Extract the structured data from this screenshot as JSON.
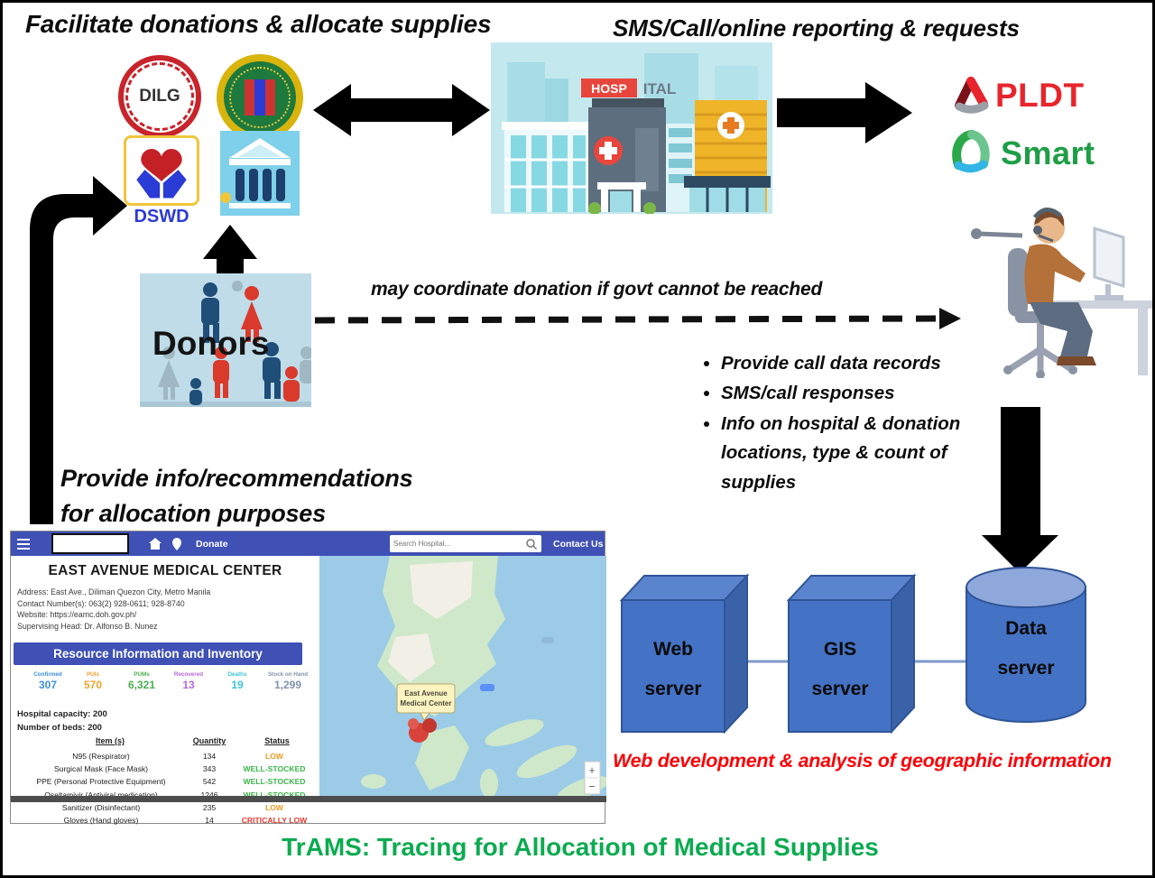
{
  "headings": {
    "top_left": "Facilitate donations & allocate supplies",
    "top_right": "SMS/Call/online reporting & requests",
    "provide_line1": "Provide info/recommendations",
    "provide_line2": "for allocation purposes",
    "dashed_note": "may coordinate donation if govt cannot be reached",
    "servers_caption": "Web development & analysis of geographic information",
    "bottom_title": "TrAMS: Tracing for Allocation of Medical Supplies"
  },
  "org": {
    "dilg_text": "DILG",
    "dswd_text": "DSWD",
    "pldt_text": "PLDT",
    "smart_text": "Smart",
    "donors_label": "Donors"
  },
  "hospital_sign": {
    "red": "HOSP",
    "gray": "ITAL"
  },
  "bullets": [
    "Provide call data records",
    "SMS/call responses",
    "Info on hospital & donation locations, type & count of supplies"
  ],
  "servers": [
    {
      "line1": "Web",
      "line2": "server"
    },
    {
      "line1": "GIS",
      "line2": "server"
    },
    {
      "line1": "Data",
      "line2": "server"
    }
  ],
  "webapp": {
    "navbar": {
      "donate": "Donate",
      "search_placeholder": "Search Hospital...",
      "contact": "Contact Us"
    },
    "hospital_name": "EAST AVENUE MEDICAL CENTER",
    "details": [
      "Address: East Ave., Diliman Quezon City, Metro Manila",
      "Contact Number(s): 063(2) 928-0611; 928-8740",
      "Website: https://eamc.doh.gov.ph/",
      "Supervising Head: Dr. Alfonso B. Nunez"
    ],
    "resource_header": "Resource Information and Inventory",
    "stats": [
      {
        "label": "Confirmed",
        "value": "307",
        "color": "#3d8fe0"
      },
      {
        "label": "PUIs",
        "value": "570",
        "color": "#f0a12e"
      },
      {
        "label": "PUMs",
        "value": "6,321",
        "color": "#4caf50"
      },
      {
        "label": "Recovered",
        "value": "13",
        "color": "#b668d8"
      },
      {
        "label": "Deaths",
        "value": "19",
        "color": "#40c4d4"
      },
      {
        "label": "Stock on Hand",
        "value": "1,299",
        "color": "#8094ab"
      }
    ],
    "capacity_line": "Hospital capacity: 200",
    "beds_line": "Number of beds: 200",
    "inventory": {
      "headers": [
        "Item (s)",
        "Quantity",
        "Status"
      ],
      "rows": [
        {
          "item": "N95 (Respirator)",
          "qty": "134",
          "status": "LOW"
        },
        {
          "item": "Surgical Mask (Face Mask)",
          "qty": "343",
          "status": "WELL-STOCKED"
        },
        {
          "item": "PPE (Personal Protective Equipment)",
          "qty": "542",
          "status": "WELL-STOCKED"
        },
        {
          "item": "Oseltamivir (Antiviral medication)",
          "qty": "1246",
          "status": "WELL-STOCKED"
        },
        {
          "item": "Sanitizer (Disinfectant)",
          "qty": "235",
          "status": "LOW"
        },
        {
          "item": "Gloves (Hand gloves)",
          "qty": "14",
          "status": "CRITICALLY LOW"
        }
      ]
    },
    "status_colors": {
      "LOW": "#f09a1e",
      "WELL-STOCKED": "#3cb54a",
      "CRITICALLY LOW": "#e8392e"
    },
    "map": {
      "callout_line1": "East Avenue",
      "callout_line2": "Medical Center",
      "zoom_in": "+",
      "zoom_out": "−"
    }
  },
  "colors": {
    "navbar_blue": "#3f51b5",
    "title_green": "#0cab50",
    "caption_red": "#fb0207",
    "server_blue": "#4472c4",
    "pldt_red": "#e8252c",
    "smart_green": "#1e9e46"
  }
}
